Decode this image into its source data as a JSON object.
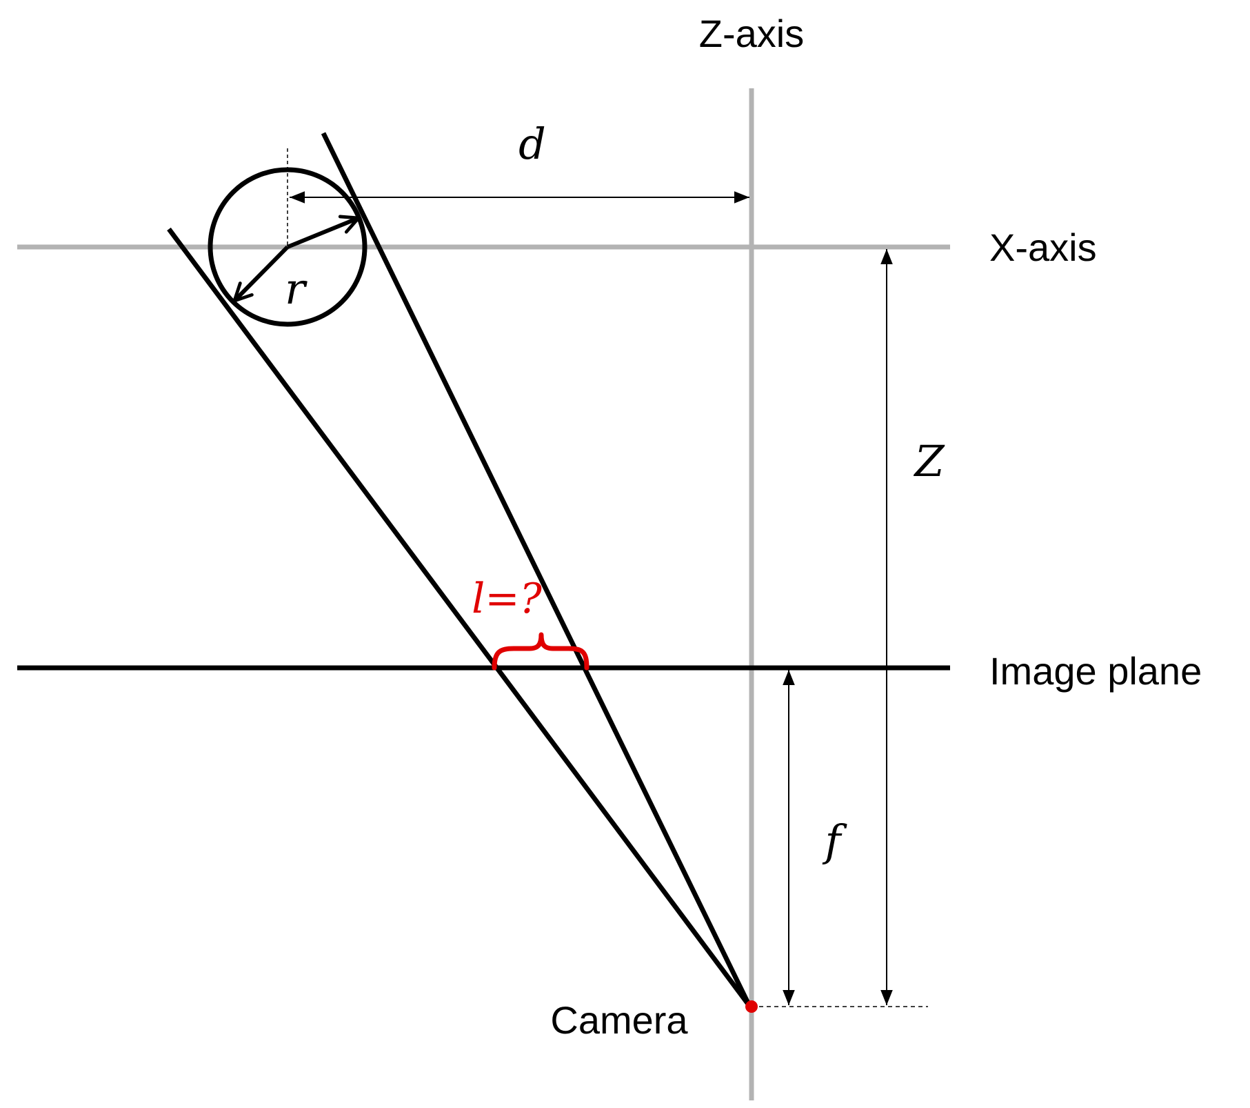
{
  "labels": {
    "z_axis": "Z-axis",
    "x_axis": "X-axis",
    "image_plane": "Image plane",
    "camera": "Camera",
    "d": "d",
    "r": "r",
    "Z": "Z",
    "f": "f",
    "l_unknown": "l=?"
  },
  "colors": {
    "axis_gray": "#b3b3b3",
    "line_black": "#000000",
    "highlight_red": "#e00000"
  }
}
